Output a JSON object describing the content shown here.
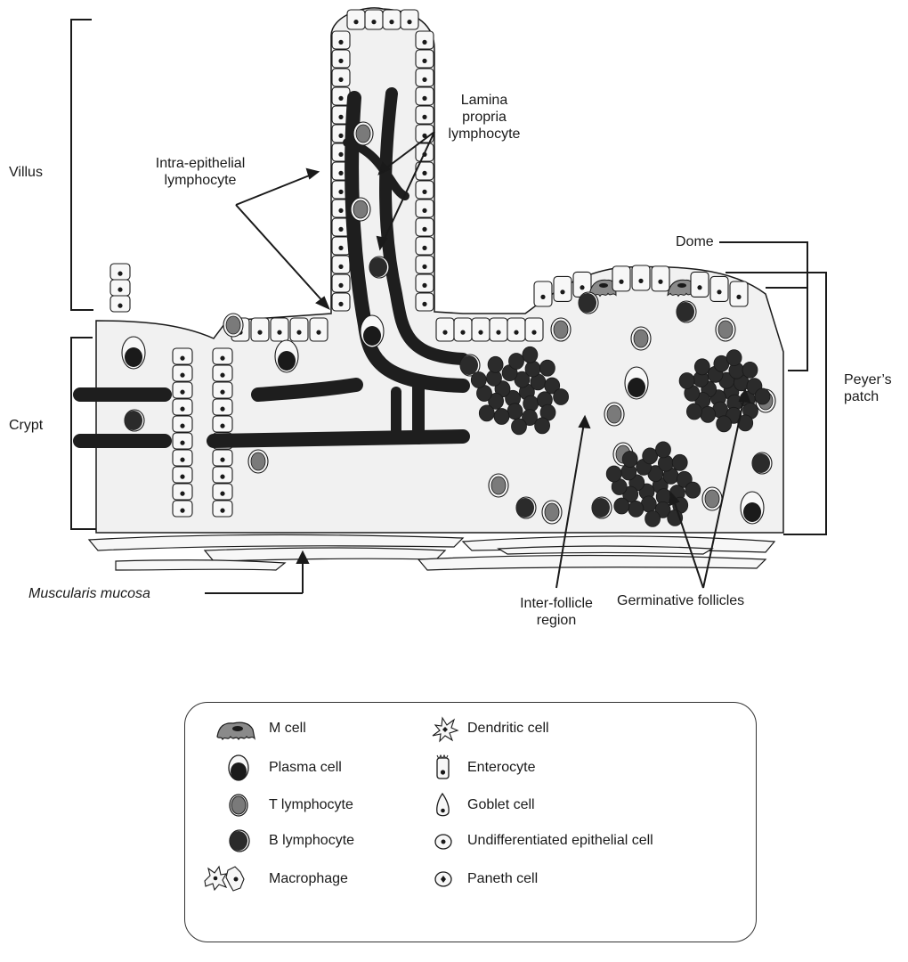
{
  "labels": {
    "villus": "Villus",
    "crypt": "Crypt",
    "intra_epithelial_line1": "Intra-epithelial",
    "intra_epithelial_line2": "lymphocyte",
    "lamina_line1": "Lamina",
    "lamina_line2": "propria",
    "lamina_line3": "lymphocyte",
    "dome": "Dome",
    "peyers_line1": "Peyer’s",
    "peyers_line2": "patch",
    "muscularis": "Muscularis mucosa",
    "inter_follicle_line1": "Inter-follicle",
    "inter_follicle_line2": "region",
    "germinative": "Germinative follicles"
  },
  "legend": {
    "left": [
      {
        "icon": "m-cell-icon",
        "label": "M cell"
      },
      {
        "icon": "plasma-cell-icon",
        "label": "Plasma cell"
      },
      {
        "icon": "t-lymphocyte-icon",
        "label": "T lymphocyte"
      },
      {
        "icon": "b-lymphocyte-icon",
        "label": "B lymphocyte"
      },
      {
        "icon": "macrophage-icon",
        "label": "Macrophage"
      }
    ],
    "right": [
      {
        "icon": "dendritic-cell-icon",
        "label": "Dendritic cell"
      },
      {
        "icon": "enterocyte-icon",
        "label": "Enterocyte"
      },
      {
        "icon": "goblet-cell-icon",
        "label": "Goblet cell"
      },
      {
        "icon": "undifferentiated-epithelial-cell-icon",
        "label": "Undifferentiated epithelial cell"
      },
      {
        "icon": "paneth-cell-icon",
        "label": "Paneth cell"
      }
    ]
  },
  "colors": {
    "ink": "#1a1a1a",
    "tissue_fill": "#eeeeee",
    "cell_fill": "#f7f7f7",
    "t_cell": "#7a7a7a",
    "b_cell": "#2b2b2b",
    "m_cell": "#8a8a8a",
    "vessel": "#1e1e1e"
  }
}
